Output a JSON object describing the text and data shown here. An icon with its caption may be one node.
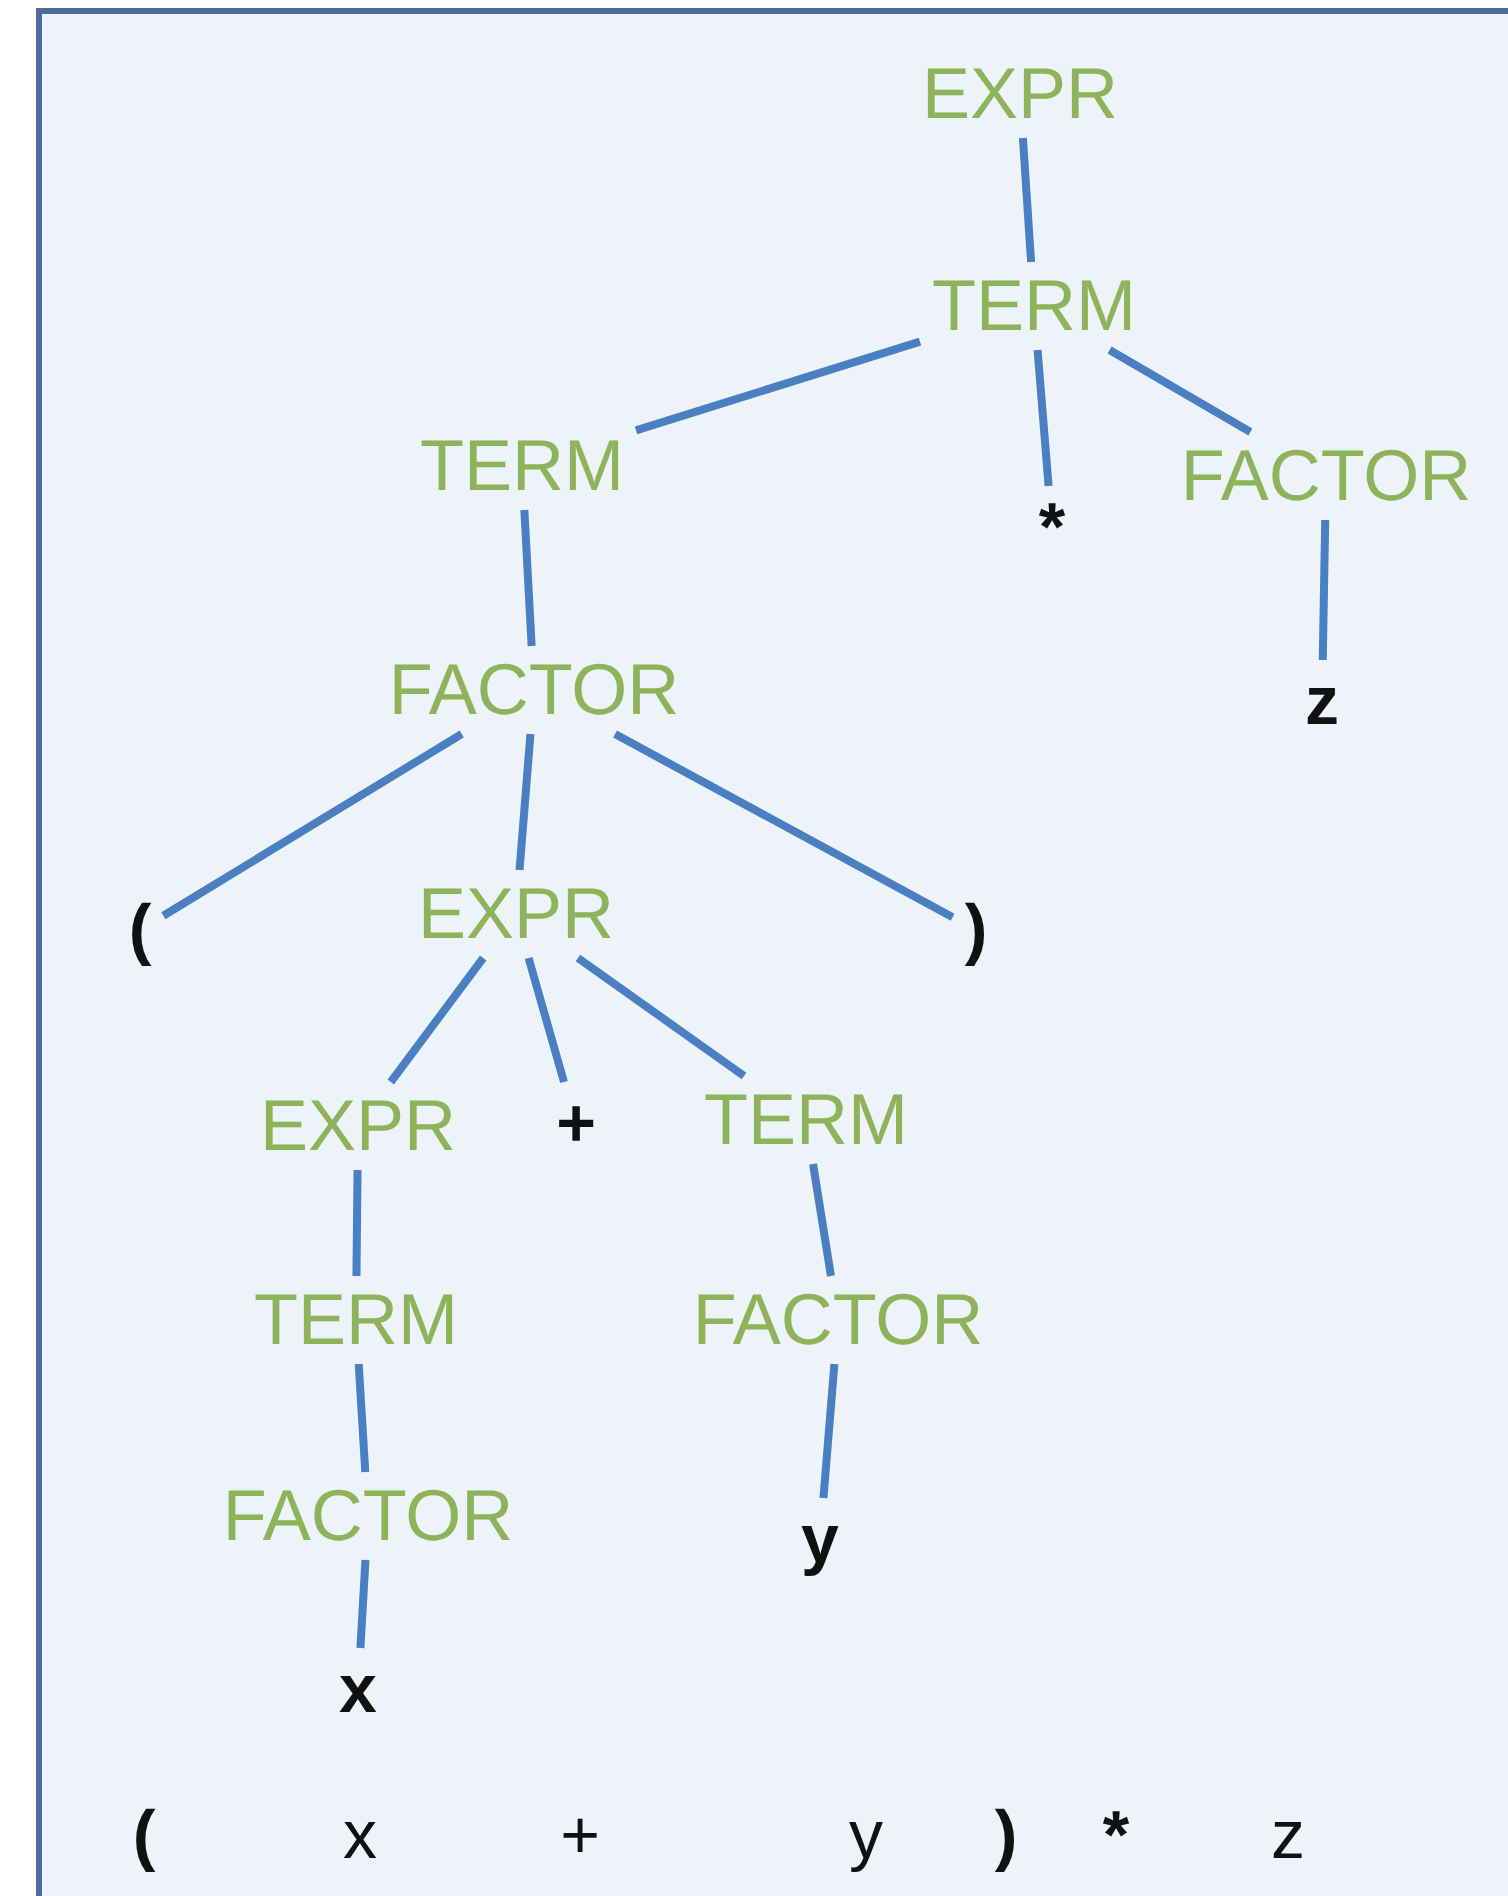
{
  "diagram": {
    "nodes": [
      {
        "text": [
          "EXPR"
        ]
      },
      {
        "text": [
          "TERM"
        ]
      },
      {
        "text": [
          "TERM"
        ]
      },
      {
        "text": [
          "*"
        ]
      },
      {
        "text": [
          "FACTOR"
        ]
      },
      {
        "text": [
          "FACTOR"
        ]
      },
      {
        "text": [
          "z"
        ]
      },
      {
        "text": [
          "("
        ]
      },
      {
        "text": [
          "EXPR"
        ]
      },
      {
        "text": [
          ")"
        ]
      },
      {
        "text": [
          "EXPR"
        ]
      },
      {
        "text": [
          "+"
        ]
      },
      {
        "text": [
          "TERM"
        ]
      },
      {
        "text": [
          "TERM"
        ]
      },
      {
        "text": [
          "FACTOR"
        ]
      },
      {
        "text": [
          "FACTOR"
        ]
      },
      {
        "text": [
          "y"
        ]
      },
      {
        "text": [
          "x"
        ]
      }
    ],
    "edges": [
      {
        "from": 0,
        "to": 1,
        "arrow": "none"
      },
      {
        "from": 1,
        "to": 2,
        "arrow": "none"
      },
      {
        "from": 1,
        "to": 3,
        "arrow": "none"
      },
      {
        "from": 1,
        "to": 4,
        "arrow": "none"
      },
      {
        "from": 2,
        "to": 5,
        "arrow": "none"
      },
      {
        "from": 4,
        "to": 6,
        "arrow": "none"
      },
      {
        "from": 5,
        "to": 7,
        "arrow": "none"
      },
      {
        "from": 5,
        "to": 8,
        "arrow": "none"
      },
      {
        "from": 5,
        "to": 9,
        "arrow": "none"
      },
      {
        "from": 8,
        "to": 10,
        "arrow": "none"
      },
      {
        "from": 8,
        "to": 11,
        "arrow": "none"
      },
      {
        "from": 8,
        "to": 12,
        "arrow": "none"
      },
      {
        "from": 10,
        "to": 13,
        "arrow": "none"
      },
      {
        "from": 12,
        "to": 14,
        "arrow": "none"
      },
      {
        "from": 13,
        "to": 15,
        "arrow": "none"
      },
      {
        "from": 14,
        "to": 16,
        "arrow": "none"
      },
      {
        "from": 15,
        "to": 17,
        "arrow": "none"
      }
    ],
    "labels": [
      "(",
      "x",
      "+",
      "y",
      ")",
      "*",
      "z"
    ]
  }
}
